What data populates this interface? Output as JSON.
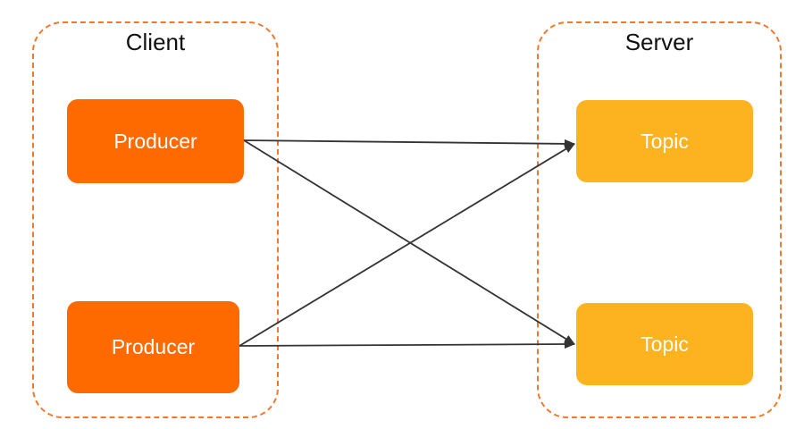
{
  "client": {
    "title": "Client"
  },
  "server": {
    "title": "Server"
  },
  "producers": [
    {
      "label": "Producer"
    },
    {
      "label": "Producer"
    }
  ],
  "topics": [
    {
      "label": "Topic"
    },
    {
      "label": "Topic"
    }
  ],
  "colors": {
    "group_border": "#f5772a",
    "producer_fill": "#ff6a00",
    "topic_fill": "#fdb21f",
    "arrow": "#333333"
  },
  "edges": [
    {
      "from": "Producer 1",
      "to": "Topic 1"
    },
    {
      "from": "Producer 1",
      "to": "Topic 2"
    },
    {
      "from": "Producer 2",
      "to": "Topic 1"
    },
    {
      "from": "Producer 2",
      "to": "Topic 2"
    }
  ]
}
